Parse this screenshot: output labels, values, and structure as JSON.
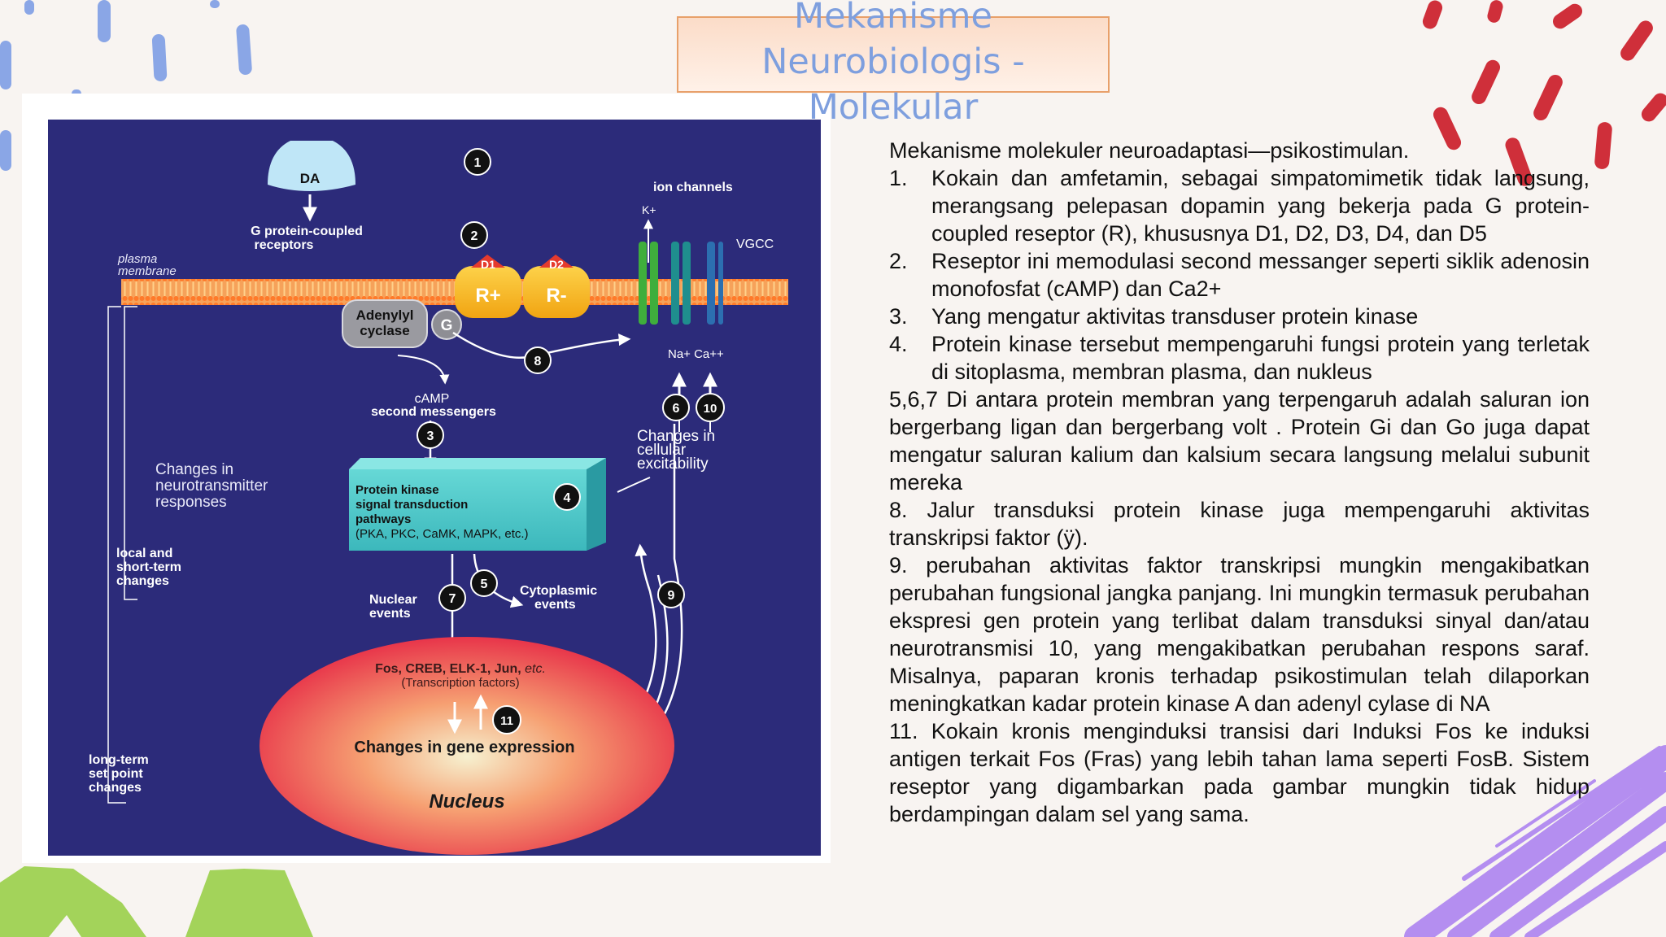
{
  "slide": {
    "title": "Mekanisme Neurobiologis - Molekular",
    "colors": {
      "background": "#f8f4f1",
      "title_text": "#7e9fde",
      "title_border": "#e8a06a",
      "figure_bg": "#2c2b7a",
      "deco_blue": "#8aa6e6",
      "deco_red": "#cf2f3a",
      "deco_green": "#a3d35a",
      "deco_purple": "#b48ef0"
    }
  },
  "figure": {
    "labels": {
      "da": "DA",
      "gpcr": "G protein-coupled receptors",
      "plasma_membrane": "plasma membrane",
      "ion_channels": "ion channels",
      "k": "K+",
      "vgcc": "VGCC",
      "d1": "D1",
      "d2": "D2",
      "r_plus": "R+",
      "r_minus": "R-",
      "adenylyl_cyclase": "Adenylyl cyclase",
      "g": "G",
      "na_ca": "Na+ Ca++",
      "camp": "cAMP",
      "second_messengers": "second messengers",
      "changes_cellular": "Changes in cellular excitability",
      "changes_neurotransmitter": "Changes in neurotransmitter responses",
      "local_short": "local and short-term changes",
      "long_term": "long-term set point changes",
      "pk_title": "Protein kinase signal transduction pathways",
      "pk_examples": "(PKA, PKC, CaMK, MAPK, etc.)",
      "nuclear_events": "Nuclear events",
      "cytoplasmic_events": "Cytoplasmic events",
      "tf_names": "Fos, CREB, ELK-1, Jun,",
      "tf_etc": "etc.",
      "tf_sub": "(Transcription factors)",
      "gene_expression": "Changes in gene expression",
      "nucleus": "Nucleus"
    },
    "steps": [
      "1",
      "2",
      "3",
      "4",
      "5",
      "6",
      "7",
      "8",
      "9",
      "10",
      "11"
    ]
  },
  "text": {
    "intro": "Mekanisme molekuler neuroadaptasi—psikostimulan.",
    "items": [
      {
        "num": "1.",
        "text": "Kokain dan amfetamin, sebagai simpatomimetik tidak langsung, merangsang pelepasan dopamin yang bekerja pada G protein-coupled reseptor (R), khususnya D1, D2, D3, D4, dan D5"
      },
      {
        "num": "2.",
        "text": "Reseptor ini memodulasi second messanger seperti siklik adenosin monofosfat (cAMP) dan Ca2+"
      },
      {
        "num": "3.",
        "text": "Yang  mengatur aktivitas transduser protein kinase"
      },
      {
        "num": "4.",
        "text": "Protein kinase tersebut mempengaruhi fungsi protein yang terletak di sitoplasma, membran plasma, dan nukleus"
      }
    ],
    "paragraphs": [
      "5,6,7 Di antara protein membran yang terpengaruh adalah saluran ion bergerbang ligan dan bergerbang volt . Protein Gi dan Go juga dapat mengatur saluran kalium dan kalsium secara langsung melalui subunit mereka",
      "8. Jalur transduksi protein kinase juga mempengaruhi aktivitas transkripsi faktor (ÿ).",
      "9. perubahan aktivitas faktor transkripsi mungkin  mengakibatkan perubahan fungsional jangka panjang. Ini mungkin termasuk perubahan ekspresi gen protein yang terlibat dalam transduksi sinyal dan/atau neurotransmisi 10, yang mengakibatkan perubahan respons saraf. Misalnya, paparan kronis terhadap psikostimulan telah dilaporkan meningkatkan kadar protein kinase A  dan adenyl cylase   di NA",
      "11. Kokain kronis menginduksi transisi dari Induksi Fos ke induksi antigen terkait Fos (Fras) yang lebih tahan lama seperti FosB. Sistem reseptor yang digambarkan pada gambar mungkin tidak hidup berdampingan dalam sel yang sama."
    ]
  }
}
